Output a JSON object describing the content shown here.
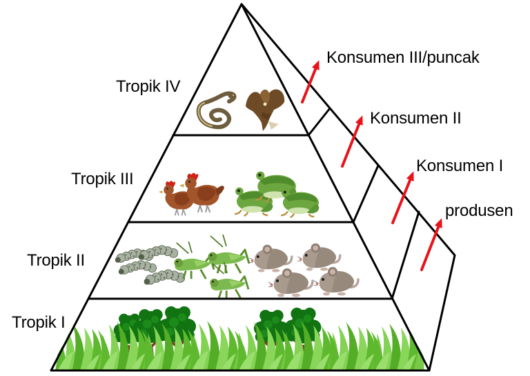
{
  "pyramid": {
    "levels": [
      {
        "trophic_label": "Tropik IV",
        "role_label": "Konsumen III/puncak",
        "organisms": [
          {
            "icon": "snake-icon",
            "count": 1
          },
          {
            "icon": "eagle-icon",
            "count": 1
          }
        ]
      },
      {
        "trophic_label": "Tropik III",
        "role_label": "Konsumen II",
        "organisms": [
          {
            "icon": "chicken-icon",
            "count": 2
          },
          {
            "icon": "frog-icon",
            "count": 3
          }
        ]
      },
      {
        "trophic_label": "Tropik II",
        "role_label": "Konsumen I",
        "organisms": [
          {
            "icon": "caterpillar-icon",
            "count": 4
          },
          {
            "icon": "grasshopper-icon",
            "count": 3
          },
          {
            "icon": "mouse-icon",
            "count": 4
          }
        ]
      },
      {
        "trophic_label": "Tropik I",
        "role_label": "produsen",
        "organisms": [
          {
            "icon": "tree-icon",
            "count": 5
          },
          {
            "icon": "grass-icon",
            "count": 8
          }
        ]
      }
    ],
    "colors": {
      "line": "#000000",
      "arrow": "#e8131a",
      "text": "#000000",
      "background": "#ffffff"
    }
  }
}
